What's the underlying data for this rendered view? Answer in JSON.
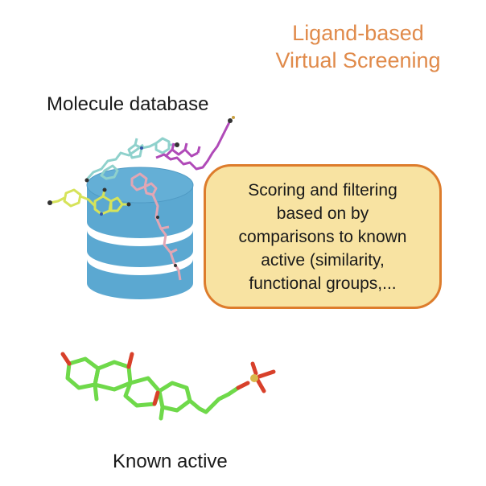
{
  "title": {
    "line1": "Ligand-based",
    "line2": "Virtual Screening",
    "color": "#e08a4a"
  },
  "database": {
    "label": "Molecule database",
    "icon": "database-icon",
    "color": "#5ba8d1"
  },
  "callout": {
    "lines": [
      "Scoring and filtering",
      "based on by",
      "comparisons to known",
      "active (similarity,",
      "functional groups,..."
    ],
    "fill": "#f8e3a2",
    "border": "#dd7c2c"
  },
  "known_active": {
    "label": "Known active",
    "molecule_color": "#6fd94a",
    "oxygen_color": "#d8402a",
    "sulfur_color": "#d9b84a"
  },
  "molecules": [
    {
      "name": "cyan-ligand",
      "color": "#8fd1cc"
    },
    {
      "name": "yellow-ligand",
      "color": "#d6e35a"
    },
    {
      "name": "magenta-ligand",
      "color": "#b04ab8"
    },
    {
      "name": "pink-ligand",
      "color": "#e2a6b4"
    }
  ]
}
